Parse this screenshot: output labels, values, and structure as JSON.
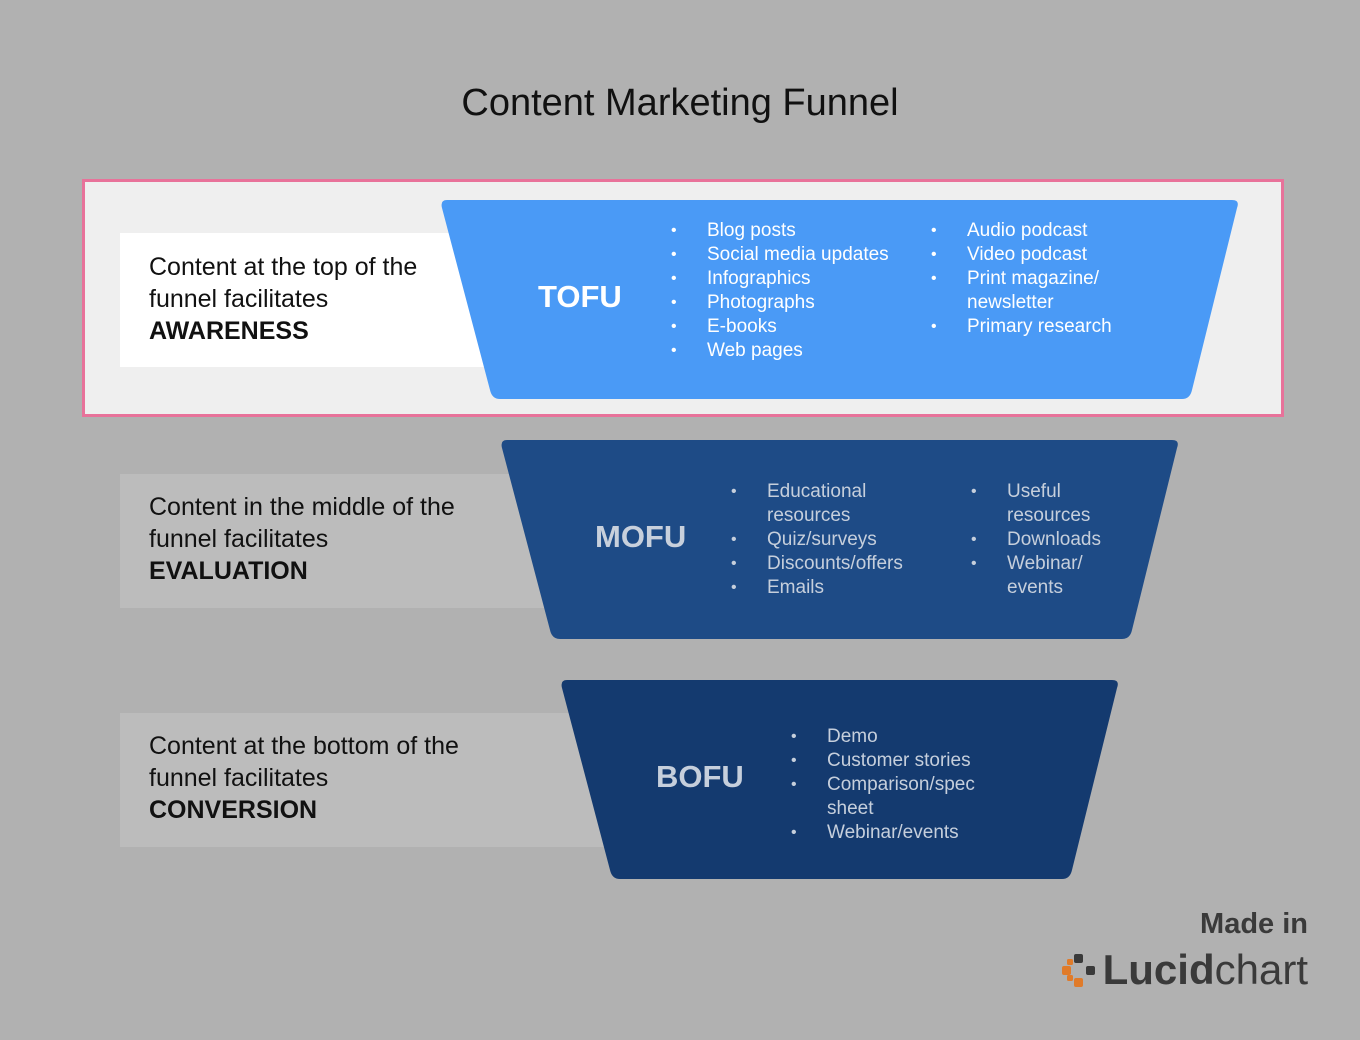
{
  "title": "Content Marketing Funnel",
  "stages": {
    "top": {
      "desc_line1": "Content at the top of the",
      "desc_line2": "funnel facilitates",
      "stage": "AWARENESS",
      "tier": "TOFU",
      "col1": [
        "Blog posts",
        "Social media updates",
        "Infographics",
        "Photographs",
        "E-books",
        "Web pages"
      ],
      "col2": [
        "Audio podcast",
        "Video podcast",
        "Print magazine/ newsletter",
        "Primary research"
      ],
      "color": "#4a9af6"
    },
    "middle": {
      "desc_line1": "Content in the middle of the",
      "desc_line2": "funnel facilitates",
      "stage": "EVALUATION",
      "tier": "MOFU",
      "col1": [
        "Educational resources",
        "Quiz/surveys",
        "Discounts/offers",
        "Emails"
      ],
      "col2": [
        "Useful resources",
        "Downloads",
        "Webinar/ events"
      ],
      "color": "#1e4b86"
    },
    "bottom": {
      "desc_line1": "Content at the bottom of the",
      "desc_line2": "funnel facilitates",
      "stage": "CONVERSION",
      "tier": "BOFU",
      "col1": [
        "Demo",
        "Customer stories",
        "Comparison/spec sheet",
        "Webinar/events"
      ],
      "color": "#143a6f"
    }
  },
  "branding": {
    "made_in": "Made in",
    "brand_bold": "Lucid",
    "brand_light": "chart",
    "icon": "lucidchart-logo-icon"
  },
  "colors": {
    "background": "#b1b1b1",
    "highlight_border": "#e8729a",
    "logo_accent": "#e07b2a"
  }
}
